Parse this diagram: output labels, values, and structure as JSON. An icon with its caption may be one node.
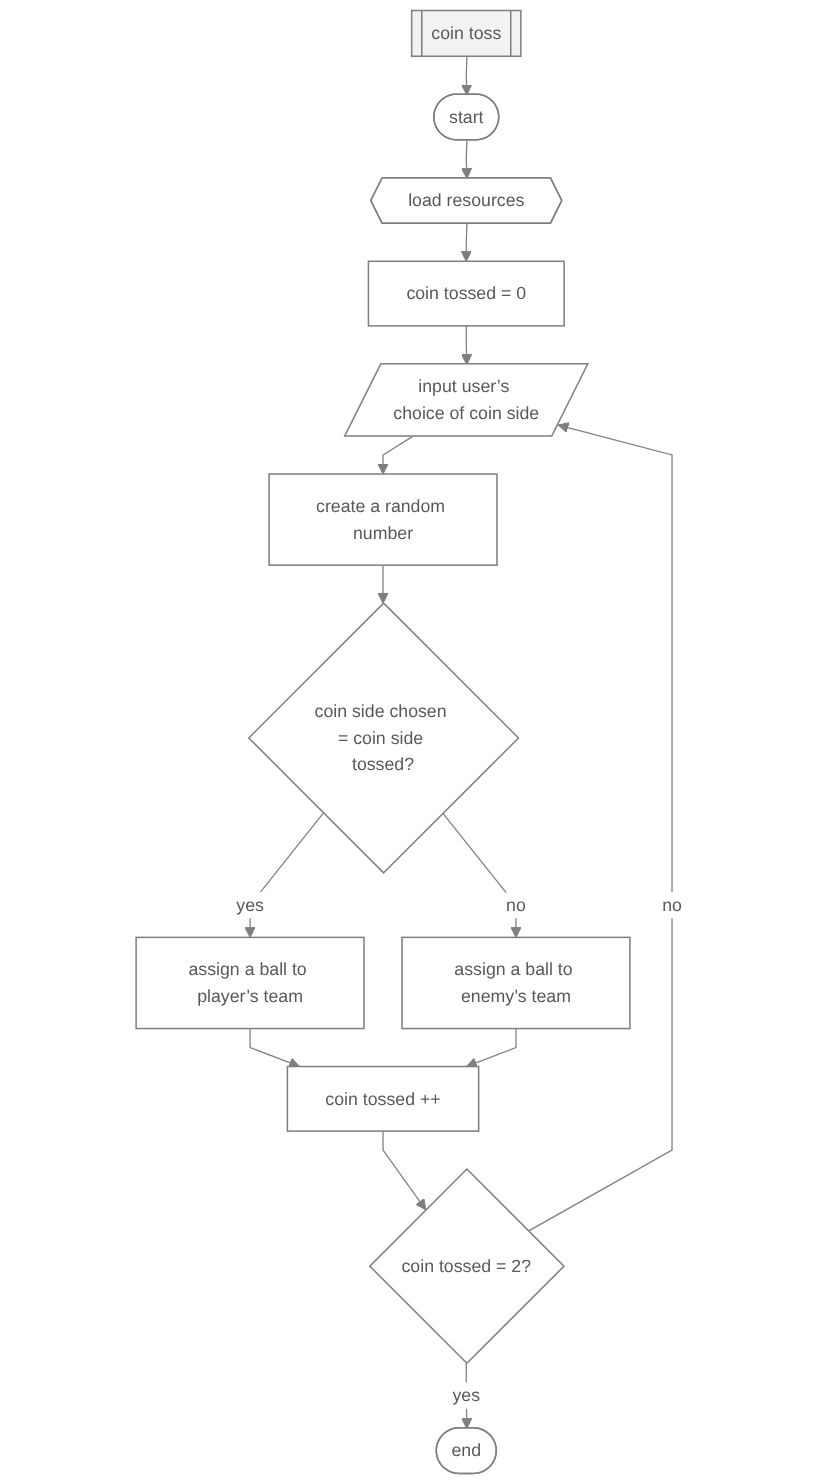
{
  "diagram": {
    "nodes": [
      {
        "text": [
          "coin toss"
        ]
      },
      {
        "text": [
          "start"
        ]
      },
      {
        "text": [
          "load resources"
        ]
      },
      {
        "text": [
          "coin tossed = 0"
        ]
      },
      {
        "text": [
          "input user’s choice of coin side"
        ]
      },
      {
        "text": [
          "create a random number"
        ]
      },
      {
        "text": [
          "coin side chosen = coin side tossed?"
        ]
      },
      {
        "text": [
          "assign a ball to player’s team"
        ]
      },
      {
        "text": [
          "assign a ball to enemy’s team"
        ]
      },
      {
        "text": [
          "coin tossed ++"
        ]
      },
      {
        "text": [
          "coin tossed = 2?"
        ]
      },
      {
        "text": [
          "end"
        ]
      }
    ],
    "edges": [
      {
        "from": 0,
        "to": 1,
        "arrow": "to"
      },
      {
        "from": 1,
        "to": 2,
        "arrow": "to"
      },
      {
        "from": 2,
        "to": 3,
        "arrow": "to"
      },
      {
        "from": 3,
        "to": 4,
        "arrow": "to"
      },
      {
        "from": 4,
        "to": 5,
        "arrow": "to"
      },
      {
        "from": 5,
        "to": 6,
        "arrow": "to"
      },
      {
        "from": 6,
        "to": 7,
        "arrow": "to",
        "label": "yes"
      },
      {
        "from": 6,
        "to": 8,
        "arrow": "to",
        "label": "no"
      },
      {
        "from": 7,
        "to": 9,
        "arrow": "to"
      },
      {
        "from": 8,
        "to": 9,
        "arrow": "to"
      },
      {
        "from": 9,
        "to": 10,
        "arrow": "to"
      },
      {
        "from": 10,
        "to": 4,
        "arrow": "to",
        "label": "no"
      },
      {
        "from": 10,
        "to": 11,
        "arrow": "to",
        "label": "yes"
      }
    ]
  }
}
